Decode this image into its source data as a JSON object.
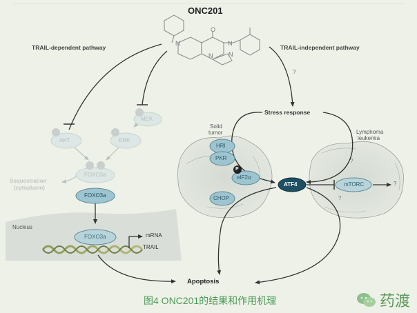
{
  "figure": {
    "compound": "ONC201",
    "pathways": {
      "trail_dependent": "TRAIL-dependent pathway",
      "trail_independent": "TRAIL-independent pathway"
    },
    "proteins": {
      "akt": "AKT",
      "erk": "ERK",
      "mek": "MEK",
      "foxo3a_cytoplasm": "FOXO3a",
      "foxo3a_active": "FOXO3a",
      "foxo3a_nucleus": "FOXO3a",
      "hri": "HRI",
      "pkr": "PKR",
      "eif2a": "eIF2α",
      "chop": "CHOP",
      "atf4": "ATF4",
      "mtorc": "mTORC",
      "phospho": "P"
    },
    "labels": {
      "sequestration_line1": "Sequestration",
      "sequestration_line2": "(cytoplasm)",
      "nucleus": "Nucleus",
      "mrna": "mRNA",
      "trail": "TRAIL",
      "stress_response": "Stress response",
      "solid_tumor_line1": "Solid",
      "solid_tumor_line2": "tumor",
      "lymphoma_line1": "Lymphoma",
      "lymphoma_line2": "leukemia",
      "apoptosis": "Apoptosis",
      "unknown": "?"
    },
    "molecule_atoms": {
      "n": "N",
      "o": "O"
    },
    "caption": "图4 ONC201的结果和作用机理",
    "watermark": "药渡",
    "colors": {
      "background": "#eef1e8",
      "caption": "#4a9a55",
      "active_protein": "#9ec4cf",
      "faded_protein": "#dde7e5",
      "atf4": "#1f4f63"
    }
  }
}
